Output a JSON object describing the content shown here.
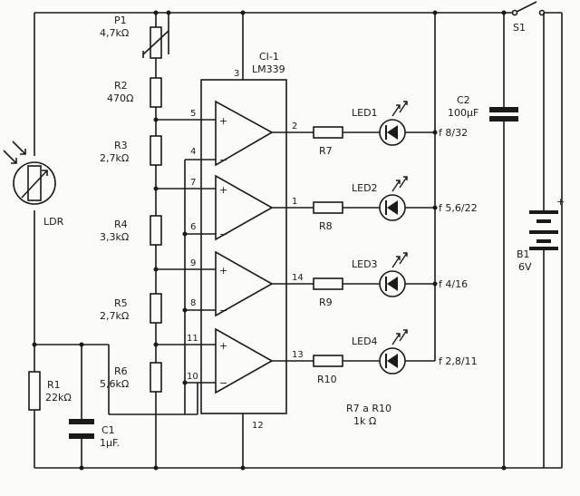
{
  "ic": {
    "ref": "CI-1",
    "part": "LM339"
  },
  "ic_pins": {
    "vcc": "3",
    "gnd": "12",
    "in_plus": [
      "5",
      "7",
      "9",
      "11"
    ],
    "in_minus": [
      "4",
      "6",
      "8",
      "10"
    ],
    "outputs": [
      "2",
      "1",
      "14",
      "13"
    ]
  },
  "divider": [
    {
      "ref": "P1",
      "value": "4,7kΩ"
    },
    {
      "ref": "R2",
      "value": "470Ω"
    },
    {
      "ref": "R3",
      "value": "2,7kΩ"
    },
    {
      "ref": "R4",
      "value": "3,3kΩ"
    },
    {
      "ref": "R5",
      "value": "2,7kΩ"
    },
    {
      "ref": "R6",
      "value": "5,6kΩ"
    }
  ],
  "ldr": {
    "ref": "LDR"
  },
  "r1": {
    "ref": "R1",
    "value": "22kΩ"
  },
  "c1": {
    "ref": "C1",
    "value": "1μF."
  },
  "c2": {
    "ref": "C2",
    "value": "100μF"
  },
  "s1": {
    "ref": "S1"
  },
  "battery": {
    "ref": "B1",
    "value": "6V",
    "plus": "+"
  },
  "leds": [
    {
      "ref": "LED1",
      "resistor": "R7",
      "aperture": "f 8/32"
    },
    {
      "ref": "LED2",
      "resistor": "R8",
      "aperture": "f 5,6/22"
    },
    {
      "ref": "LED3",
      "resistor": "R9",
      "aperture": "f 4/16"
    },
    {
      "ref": "LED4",
      "resistor": "R10",
      "aperture": "f 2,8/11"
    }
  ],
  "note": {
    "line1": "R7  a R10",
    "line2": "1k Ω"
  }
}
